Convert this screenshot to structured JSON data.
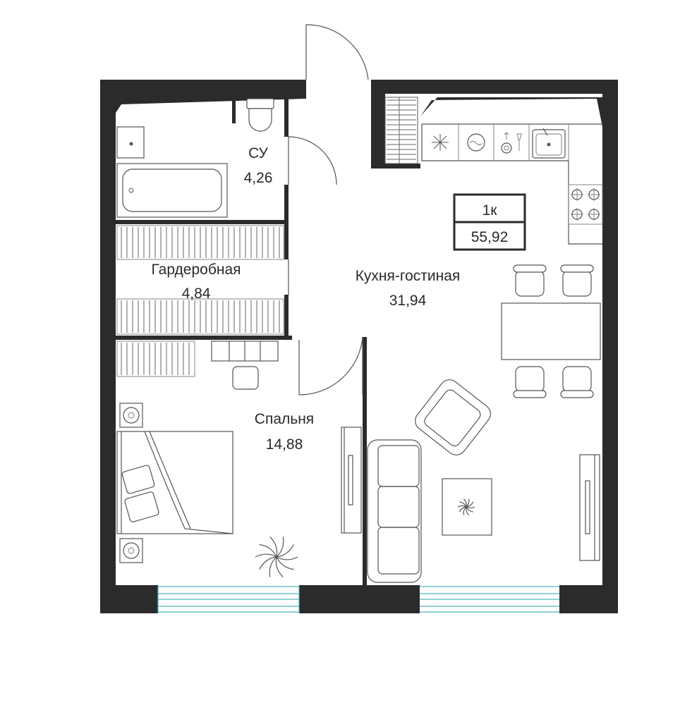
{
  "badge": {
    "rooms": "1к",
    "total_area": "55,92"
  },
  "rooms": [
    {
      "id": "bathroom",
      "label": "СУ",
      "area": "4,26"
    },
    {
      "id": "wardrobe",
      "label": "Гардеробная",
      "area": "4,84"
    },
    {
      "id": "kitchen_living",
      "label": "Кухня-гостиная",
      "area": "31,94"
    },
    {
      "id": "bedroom",
      "label": "Спальня",
      "area": "14,88"
    }
  ],
  "colors": {
    "wall": "#2b2b2b",
    "window": "#4fb8c2",
    "line": "#555555"
  }
}
